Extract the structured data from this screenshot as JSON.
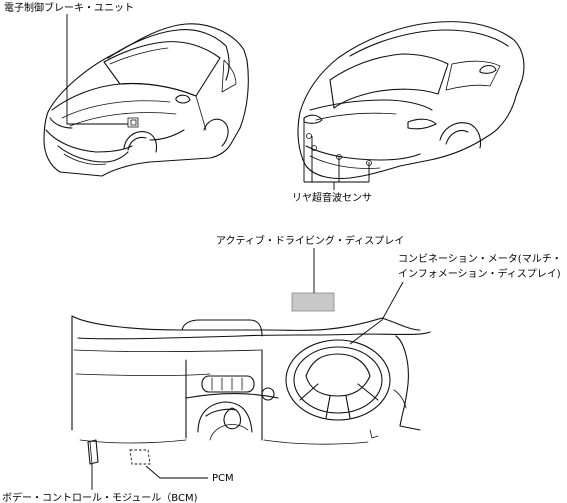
{
  "labels": {
    "brake_unit": "電子制御ブレーキ・ユニット",
    "rear_sensor": "リヤ超音波センサ",
    "active_display": "アクティブ・ドライビング・ディスプレイ",
    "combination_meter_line1": "コンビネーション・メータ(マルチ・",
    "combination_meter_line2": "インフォメーション・ディスプレイ)",
    "pcm": "PCM",
    "bcm": "ボデー・コントロール・モジュール（BCM)"
  },
  "colors": {
    "line": "#111111",
    "display_fill": "#c8c8c8",
    "background": "#ffffff"
  }
}
